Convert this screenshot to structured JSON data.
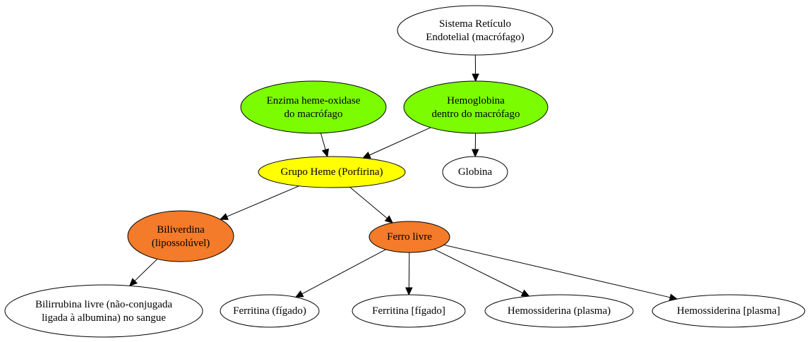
{
  "colors": {
    "green": "#7cfc00",
    "yellow": "#ffff00",
    "orange": "#f47b2a",
    "white": "#ffffff"
  },
  "nodes": {
    "sre": {
      "line1": "Sistema Retículo",
      "line2": "Endotelial (macrófago)",
      "fill": "white"
    },
    "enzima": {
      "line1": "Enzima heme-oxidase",
      "line2": "do macrófago",
      "fill": "green"
    },
    "hemoglobina": {
      "line1": "Hemoglobina",
      "line2": "dentro do macrófago",
      "fill": "green"
    },
    "heme": {
      "line1": "Grupo Heme (Porfirina)",
      "fill": "yellow"
    },
    "globina": {
      "line1": "Globina",
      "fill": "white"
    },
    "biliverdina": {
      "line1": "Biliverdina",
      "line2": "(lipossolúvel)",
      "fill": "orange"
    },
    "ferro": {
      "line1": "Ferro livre",
      "fill": "orange"
    },
    "bilirrubina": {
      "line1": "Bilirrubina livre (não-conjugada",
      "line2": "ligada à albumina) no sangue",
      "fill": "white"
    },
    "ferritina1": {
      "line1": "Ferritina (fígado)",
      "fill": "white"
    },
    "ferritina2": {
      "line1": "Ferritina [fígado]",
      "fill": "white"
    },
    "hemossiderina1": {
      "line1": "Hemossiderina (plasma)",
      "fill": "white"
    },
    "hemossiderina2": {
      "line1": "Hemossiderina [plasma]",
      "fill": "white"
    }
  },
  "edges": [
    {
      "from": "sre",
      "to": "hemoglobina"
    },
    {
      "from": "enzima",
      "to": "heme"
    },
    {
      "from": "hemoglobina",
      "to": "heme"
    },
    {
      "from": "hemoglobina",
      "to": "globina"
    },
    {
      "from": "heme",
      "to": "biliverdina"
    },
    {
      "from": "heme",
      "to": "ferro"
    },
    {
      "from": "biliverdina",
      "to": "bilirrubina"
    },
    {
      "from": "ferro",
      "to": "ferritina1"
    },
    {
      "from": "ferro",
      "to": "ferritina2"
    },
    {
      "from": "ferro",
      "to": "hemossiderina1"
    },
    {
      "from": "ferro",
      "to": "hemossiderina2"
    }
  ]
}
